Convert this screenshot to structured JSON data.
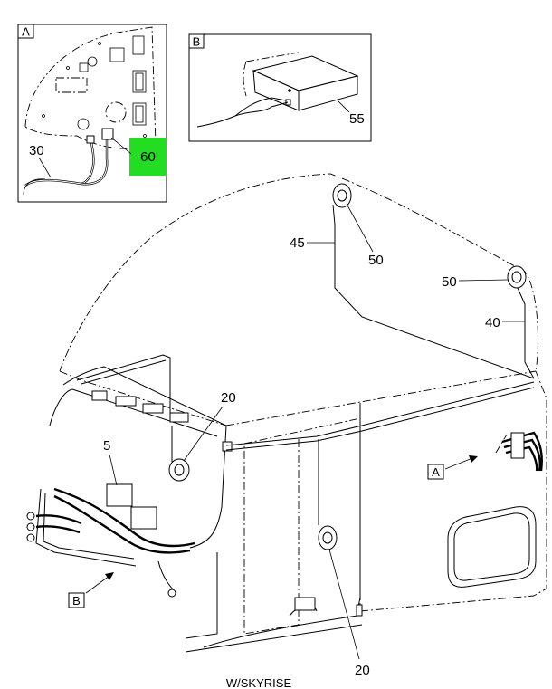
{
  "inset_a": {
    "view_label": "A",
    "callouts": [
      "30",
      "60"
    ],
    "highlight_color": "#22dd22"
  },
  "inset_b": {
    "view_label": "B",
    "callouts": [
      "55"
    ]
  },
  "main": {
    "callouts": {
      "c45": "45",
      "c50a": "50",
      "c50b": "50",
      "c40": "40",
      "c20a": "20",
      "c20b": "20",
      "c5": "5"
    },
    "view_markers": {
      "a": "A",
      "b": "B"
    }
  },
  "caption": "W/SKYRISE"
}
